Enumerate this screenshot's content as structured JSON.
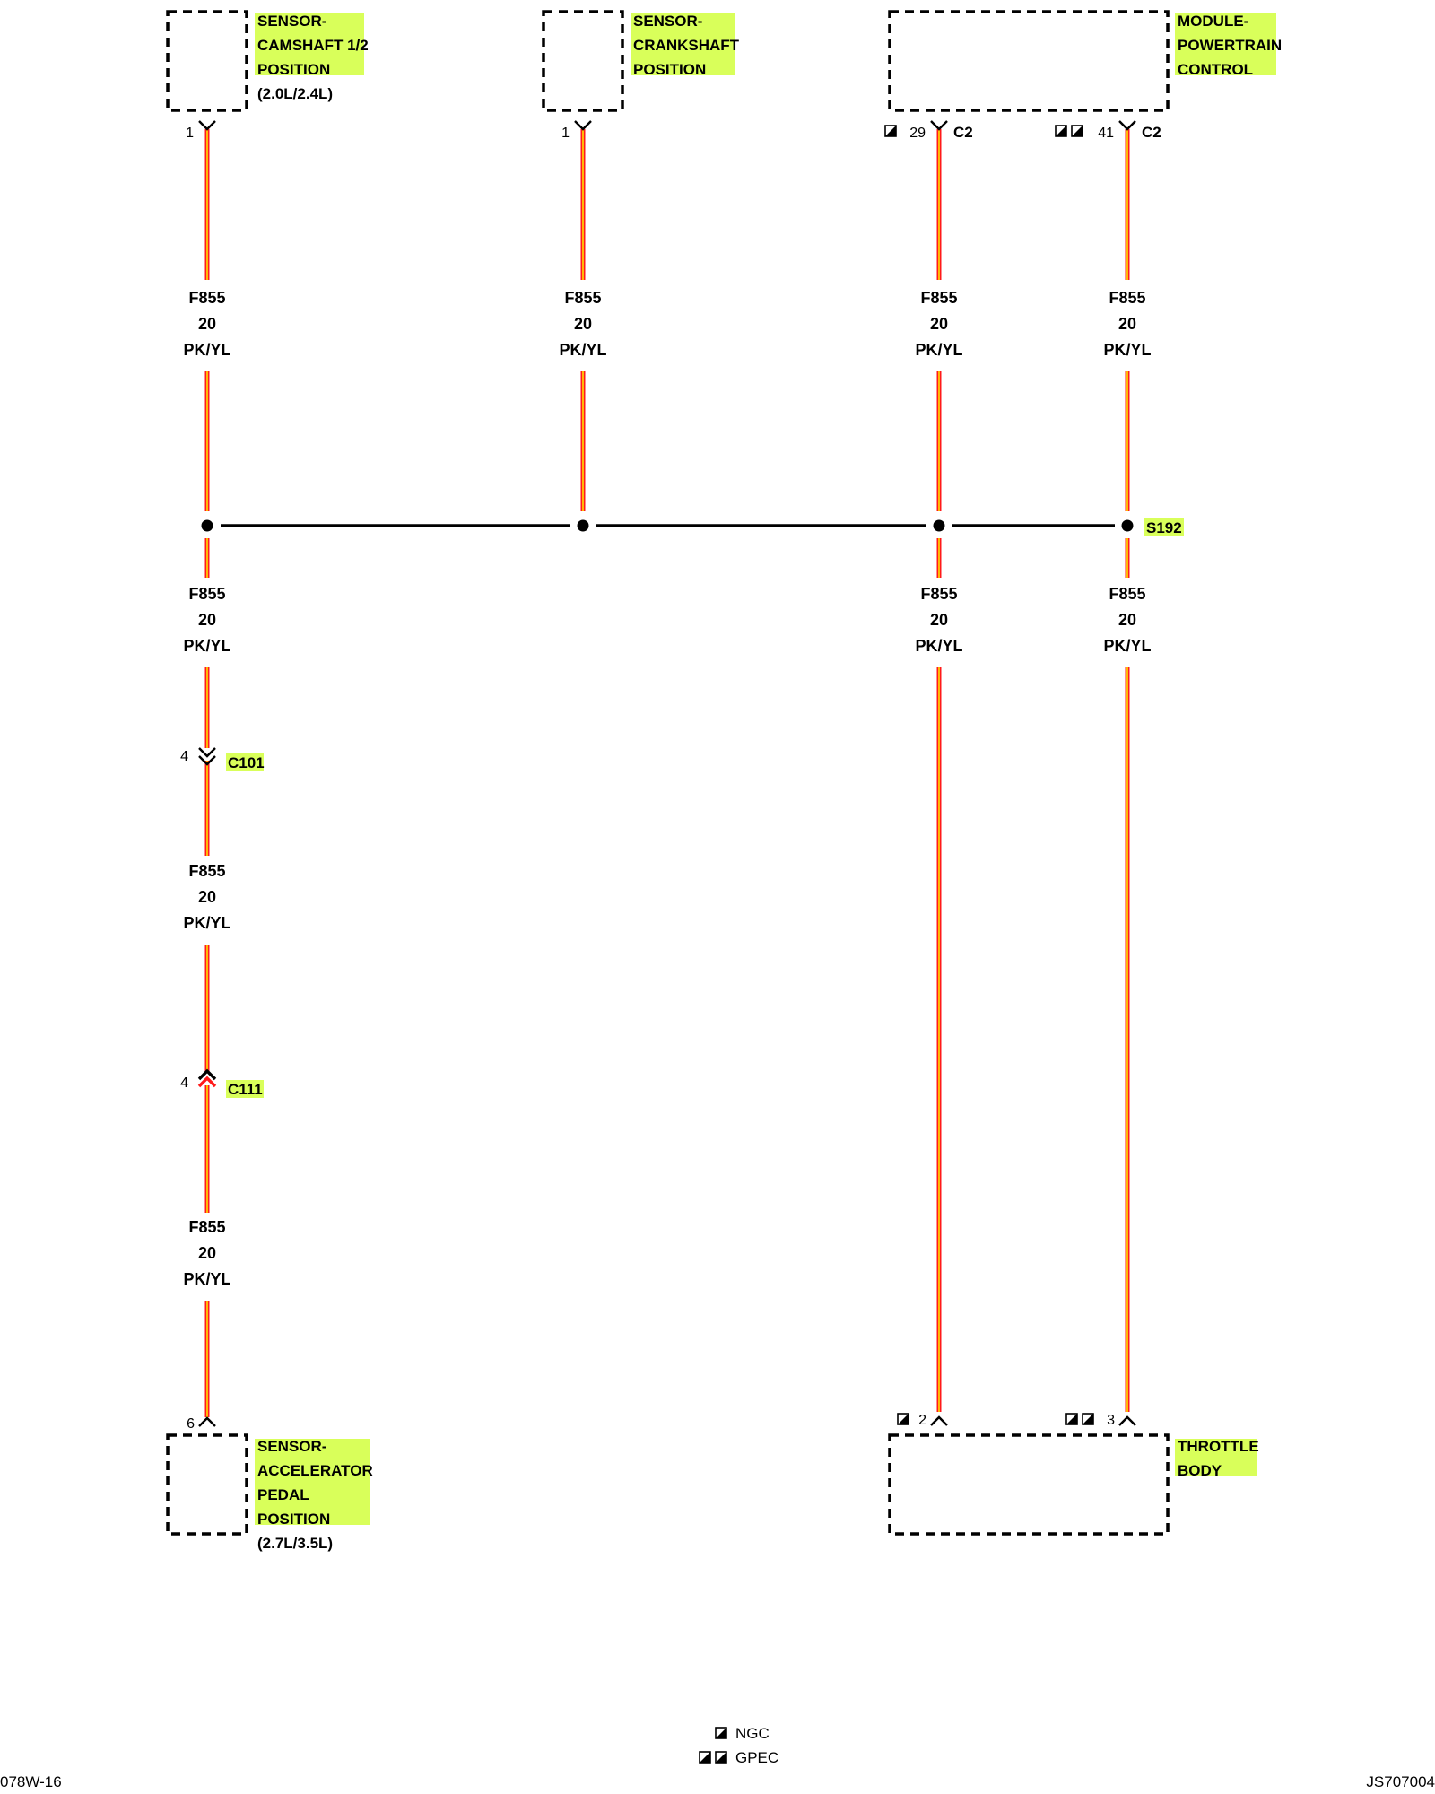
{
  "components": {
    "camshaft": {
      "lines": [
        "SENSOR-",
        "CAMSHAFT 1/2",
        "POSITION"
      ],
      "note": "(2.0L/2.4L)"
    },
    "crankshaft": {
      "lines": [
        "SENSOR-",
        "CRANKSHAFT",
        "POSITION"
      ]
    },
    "pcm": {
      "lines": [
        "MODULE-",
        "POWERTRAIN",
        "CONTROL"
      ]
    },
    "app": {
      "lines": [
        "SENSOR-",
        "ACCELERATOR",
        "PEDAL",
        "POSITION"
      ],
      "note": "(2.7L/3.5L)"
    },
    "throttle": {
      "lines": [
        "THROTTLE",
        "BODY"
      ]
    }
  },
  "pins": {
    "camshaft": "1",
    "crankshaft": "1",
    "pcm_ngc": "29",
    "pcm_ngc_conn": "C2",
    "pcm_gpec": "41",
    "pcm_gpec_conn": "C2",
    "c101": "4",
    "c111": "4",
    "app": "6",
    "tb_ngc": "2",
    "tb_gpec": "3"
  },
  "connectors": {
    "c101": "C101",
    "c111": "C111"
  },
  "splice": "S192",
  "wire": {
    "circuit": "F855",
    "gauge": "20",
    "color": "PK/YL"
  },
  "legend": {
    "ngc": "NGC",
    "gpec": "GPEC"
  },
  "footer": {
    "left": "078W-16",
    "right": "JS707004"
  },
  "colors": {
    "wire_base": "#ff1a1a",
    "wire_stripe": "#ffe000",
    "highlight": "#d9ff5a"
  }
}
